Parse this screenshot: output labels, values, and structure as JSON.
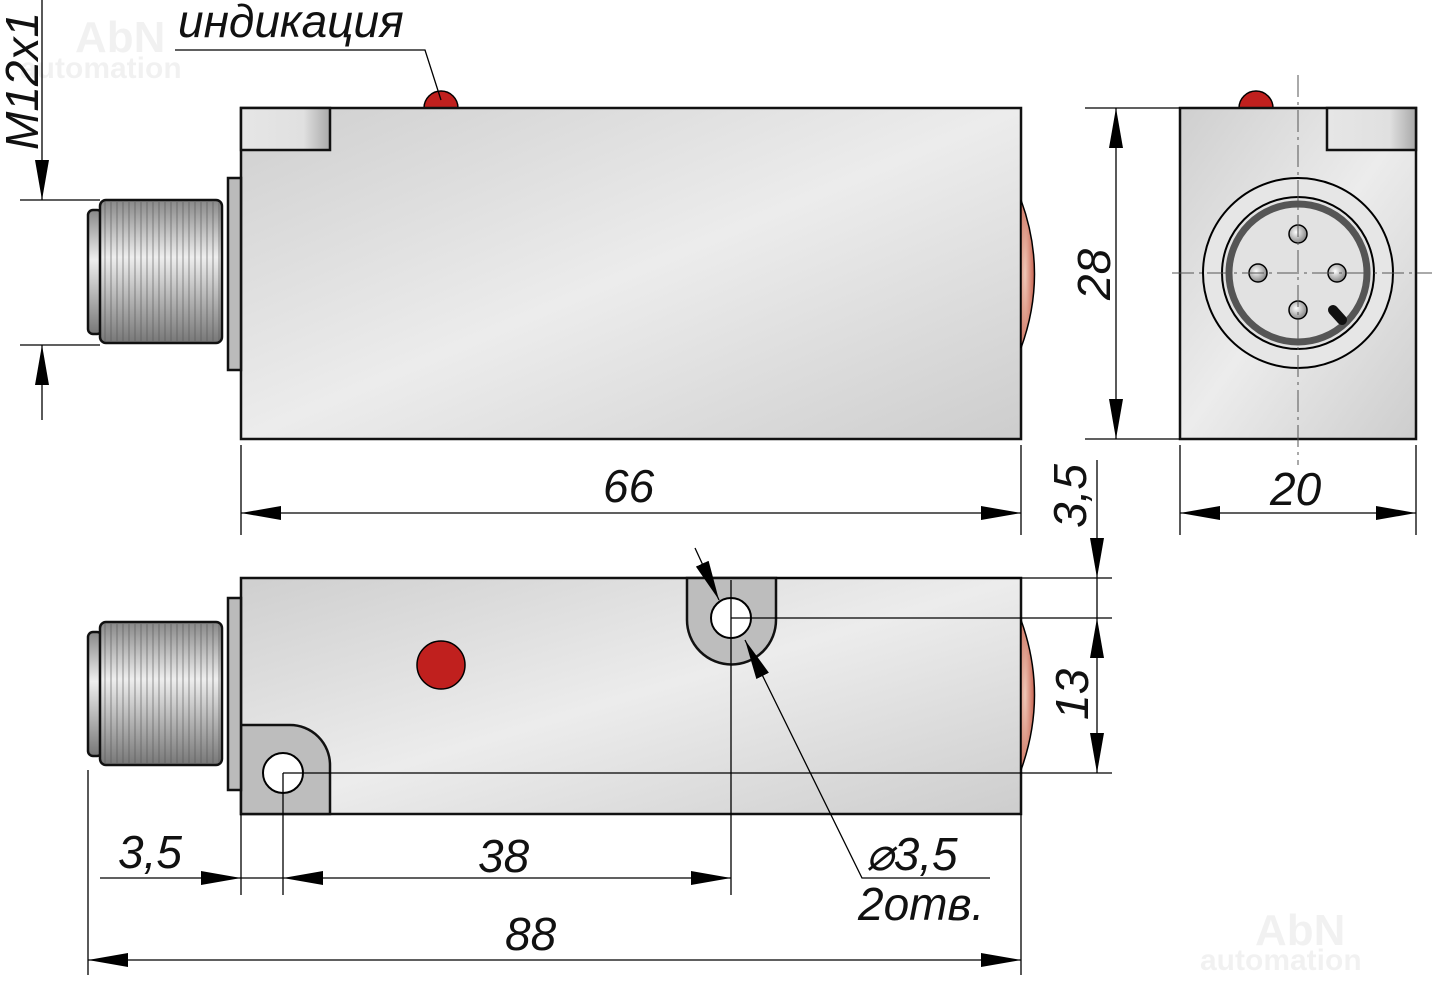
{
  "labels": {
    "indication": "индикация",
    "thread": "M12x1",
    "length_body": "66",
    "height": "28",
    "width": "20",
    "offset_top": "3,5",
    "hole_spacing_vertical": "13",
    "offset_left": "3,5",
    "hole_spacing_horizontal": "38",
    "length_total": "88",
    "hole_diameter": "⌀3,5",
    "hole_count": "2отв."
  },
  "watermark": {
    "line1": "AbN",
    "line2": "automation"
  },
  "colors": {
    "body": "#d4d4d4",
    "led": "#c0201e",
    "lens": "#c85a48",
    "line": "#000000"
  }
}
